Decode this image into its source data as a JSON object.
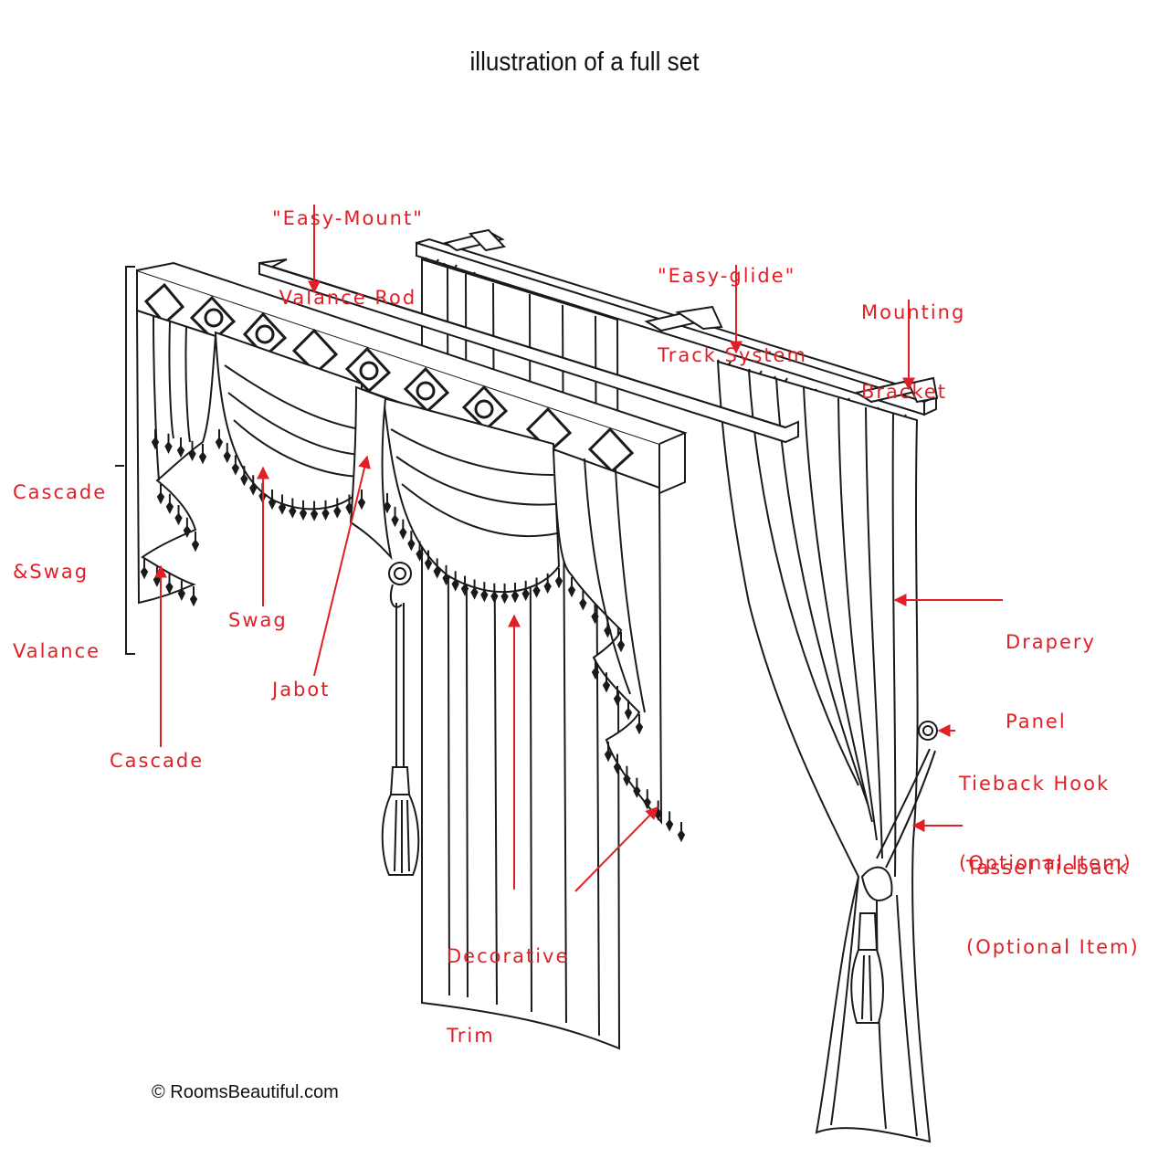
{
  "title": "illustration of a full set",
  "copyright": "© RoomsBeautiful.com",
  "colors": {
    "label": "#e01f26",
    "line_art": "#1a1a1a",
    "background": "#ffffff"
  },
  "labels": {
    "valance_rod": {
      "line1": "\"Easy-Mount\"",
      "line2": "Valance Rod"
    },
    "track_system": {
      "line1": "\"Easy-glide\"",
      "line2": "Track System"
    },
    "mounting_bracket": {
      "line1": "Mounting",
      "line2": "Bracket"
    },
    "cascade_swag_valance": {
      "line1": "Cascade",
      "line2": "&Swag",
      "line3": "Valance"
    },
    "swag": "Swag",
    "jabot": "Jabot",
    "cascade": "Cascade",
    "drapery_panel": {
      "line1": "Drapery",
      "line2": "Panel"
    },
    "tieback_hook": {
      "line1": "Tieback Hook",
      "line2": "(Optional Item)"
    },
    "tassel_tieback": {
      "line1": "Tassel Tieback",
      "line2": "(Optional Item)"
    },
    "decorative_trim": {
      "line1": "Decorative",
      "line2": "Trim"
    }
  }
}
